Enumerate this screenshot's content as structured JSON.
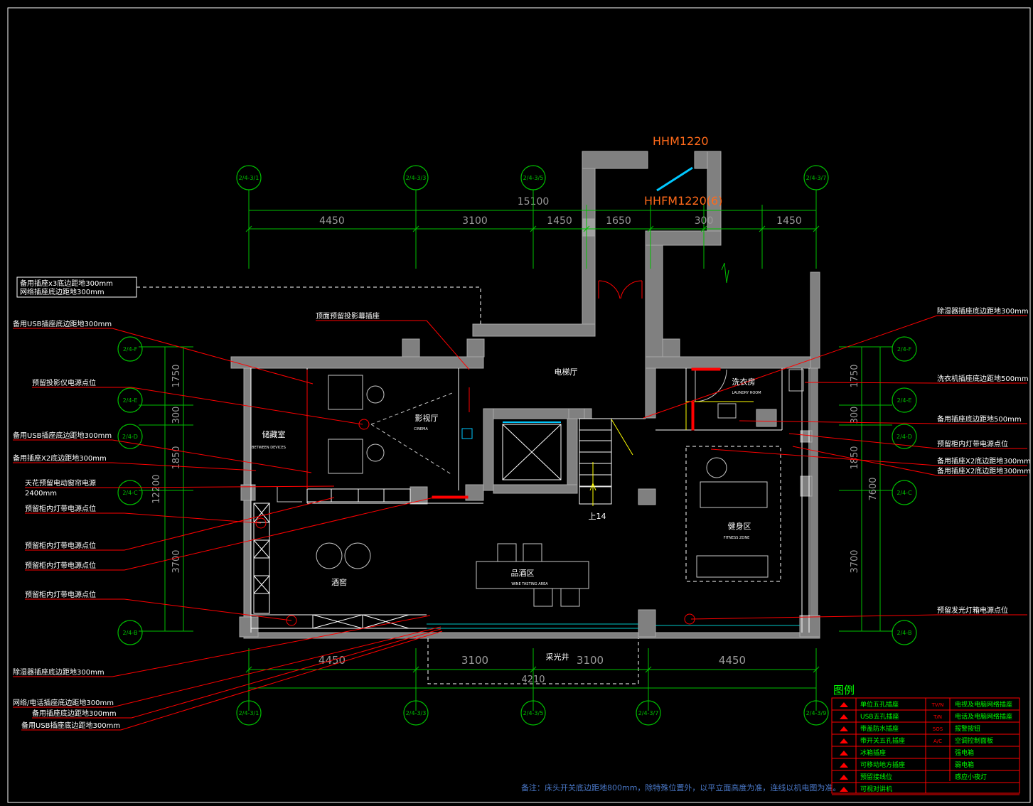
{
  "drawing": {
    "door_codes": [
      "HHM1220",
      "HHFM1220(6)"
    ],
    "dimensions": {
      "total_top": "15100",
      "top": [
        "4450",
        "3100",
        "1450",
        "1650",
        "300",
        "1450"
      ],
      "bottom": [
        "4450",
        "3100",
        "3100",
        "4450"
      ],
      "bottom_total": "4210",
      "left": [
        "1750",
        "300",
        "1850",
        "3700"
      ],
      "left_total": "12200",
      "right": [
        "1750",
        "300",
        "1850",
        "3700"
      ],
      "right_total": "7600"
    },
    "axis_bubbles": {
      "top": [
        "2/4-3/1",
        "2/4-3/3",
        "2/4-3/5",
        "2/4-3/7"
      ],
      "bottom": [
        "2/4-3/1",
        "2/4-3/3",
        "2/4-3/5",
        "2/4-3/7",
        "2/4-3/9"
      ],
      "left": [
        "2/4-F",
        "2/4-E",
        "2/4-D",
        "2/4-C",
        "2/4-B"
      ],
      "right": [
        "2/4-F",
        "2/4-E",
        "2/4-D",
        "2/4-C",
        "2/4-B"
      ]
    },
    "rooms": {
      "elevator_hall": "电梯厅",
      "cinema": "影视厅",
      "cinema_en": "CINEMA",
      "storage": "储藏室",
      "storage_en": "BETWEEN DEVICES",
      "laundry": "洗衣房",
      "laundry_en": "LAUNDRY ROOM",
      "fitness": "健身区",
      "fitness_en": "FITNESS ZONE",
      "wine_tasting": "品酒区",
      "wine_tasting_en": "WINE TASTING AREA",
      "wine_cellar": "酒窖",
      "lightwell": "采光井",
      "stair": "上14"
    },
    "left_notes": [
      "备用插座x3底边距地300mm",
      "网络插座底边距地300mm",
      "备用USB插座底边距地300mm",
      "预留投影仪电源点位",
      "备用USB插座底边距地300mm",
      "备用插座X2底边距地300mm",
      "天花预留电动窗帘电源",
      "2400mm",
      "预留柜内灯带电源点位",
      "预留柜内灯带电源点位",
      "预留柜内灯带电源点位",
      "预留柜内灯带电源点位",
      "除湿器插座底边距地300mm",
      "网络/电话插座底边距地300mm",
      "备用插座底边距地300mm",
      "备用USB插座底边距地300mm"
    ],
    "center_note": "顶面预留投影幕插座",
    "right_notes": [
      "除湿器插座底边距地300mm",
      "洗衣机插座底边距地500mm",
      "备用插座底边距地500mm",
      "预留柜内灯带电源点位",
      "备用插座X2底边距地300mm",
      "备用插座X2底边距地300mm",
      "预留发光灯箱电源点位"
    ],
    "bottom_note": "备注：床头开关底边距地800mm，除特殊位置外，以平立面高度为准，连线以机电图为准。"
  },
  "legend": {
    "title": "图例",
    "rows": [
      {
        "left": "单位五孔插座",
        "right": "电视及电脑网络插座",
        "right_symbol": "TV/N"
      },
      {
        "left": "USB五孔插座",
        "right": "电话及电脑网络插座",
        "right_symbol": "T/N"
      },
      {
        "left": "带盖防水插座",
        "right": "报警按钮",
        "right_symbol": "SOS"
      },
      {
        "left": "带开关五孔插座",
        "right": "空调控制面板",
        "right_symbol": "A/C"
      },
      {
        "left": "冰箱插座",
        "right": "强电箱",
        "right_symbol": ""
      },
      {
        "left": "可移动地方插座",
        "right": "弱电箱",
        "right_symbol": ""
      },
      {
        "left": "预留接线位",
        "right": "感应小夜灯",
        "right_symbol": ""
      },
      {
        "left": "可视对讲机",
        "right": "",
        "right_symbol": ""
      }
    ]
  },
  "colors": {
    "wall": "#808080",
    "dimension": "#00c000",
    "leader": "#ff0000",
    "note_text": "#ffffff",
    "door_code": "#ff6a1a",
    "legend_text": "#00ff00",
    "note_blue": "#4a78c8",
    "yellow": "#ffff00",
    "cyan": "#00c8ff"
  }
}
